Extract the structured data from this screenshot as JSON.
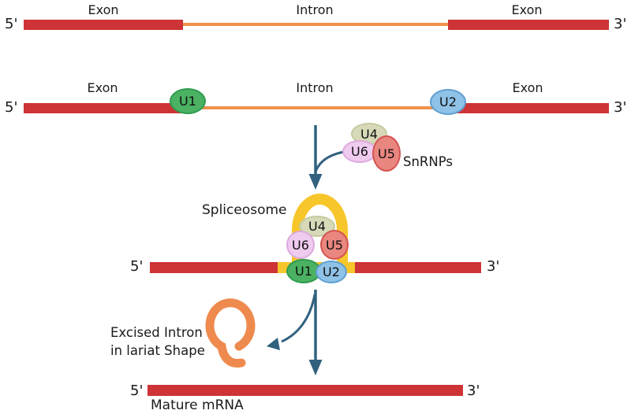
{
  "labels": {
    "five_prime": "5'",
    "three_prime": "3'",
    "exon": "Exon",
    "intron": "Intron",
    "spliceosome": "Spliceosome",
    "snrnps": "SnRNPs",
    "excised_intron_line1": "Excised Intron",
    "excised_intron_line2": "in lariat Shape",
    "mature_mrna": "Mature mRNA"
  },
  "particles": {
    "u1": "U1",
    "u2": "U2",
    "u4": "U4",
    "u5": "U5",
    "u6": "U6"
  },
  "colors": {
    "exon": "#ce3336",
    "intron": "#f0914c",
    "spliceosome_loop": "#f7c62b",
    "arrow": "#31617f",
    "lariat": "#ef8a4e",
    "u1_fill": "#4bb163",
    "u1_border": "#2f9c4f",
    "u2_fill": "#8fc2e7",
    "u2_border": "#5fa0d2",
    "u4_fill": "#d7d9b8",
    "u4_border": "#c5ca9f",
    "u5_fill": "#e9867f",
    "u5_border": "#d4524f",
    "u6_fill": "#f0cbf0",
    "u6_border": "#dcaadc"
  }
}
